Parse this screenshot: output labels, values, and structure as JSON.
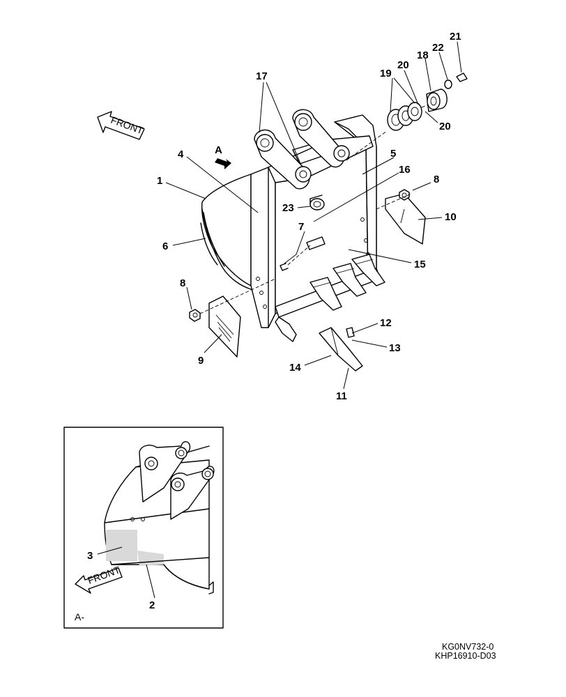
{
  "callouts": {
    "c1": "1",
    "c2": "2",
    "c3": "3",
    "c4": "4",
    "c5": "5",
    "c6": "6",
    "c7": "7",
    "c8a": "8",
    "c8b": "8",
    "c9": "9",
    "c10": "10",
    "c11": "11",
    "c12": "12",
    "c13": "13",
    "c14": "14",
    "c15": "15",
    "c16": "16",
    "c17": "17",
    "c18": "18",
    "c19": "19",
    "c20a": "20",
    "c20b": "20",
    "c21": "21",
    "c22": "22",
    "c23": "23",
    "cA": "A"
  },
  "front_label_main": "FRONT",
  "front_label_detail": "FRONT",
  "detail_caption": "A-",
  "drawing_code": "KG0NV732-0",
  "drawing_number": "KHP16910-D03"
}
